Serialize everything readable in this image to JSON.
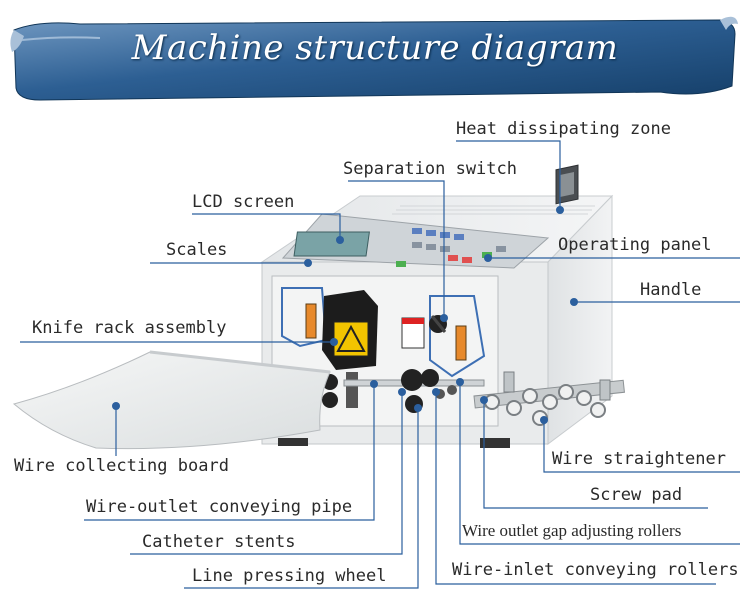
{
  "title": "Machine structure diagram",
  "labels": {
    "heat_zone": "Heat dissipating zone",
    "separation_switch": "Separation switch",
    "lcd_screen": "LCD screen",
    "scales": "Scales",
    "operating_panel": "Operating panel",
    "handle": "Handle",
    "knife_rack": "Knife rack assembly",
    "collecting_board": "Wire collecting board",
    "wire_straightener": "Wire straightener",
    "screw_pad": "Screw pad",
    "outlet_pipe": "Wire-outlet conveying pipe",
    "outlet_rollers": "Wire outlet gap adjusting rollers",
    "catheter_stents": "Catheter stents",
    "inlet_rollers": "Wire-inlet conveying rollers",
    "pressing_wheel": "Line pressing wheel"
  },
  "colors": {
    "banner_dark": "#1b4a78",
    "banner_light": "#6f97c0",
    "leader": "#2b5f9e",
    "machine_body": "#eceeee"
  }
}
